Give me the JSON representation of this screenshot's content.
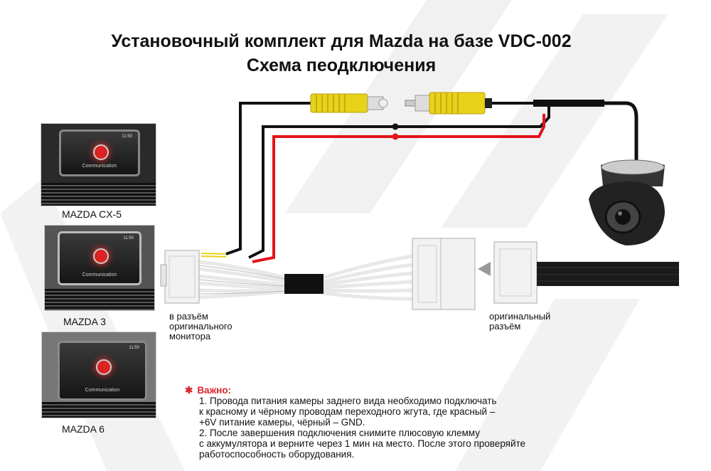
{
  "title": {
    "line1": "Установочный комплект для Mazda на базе VDC-002",
    "line2": "Схема пеодключения"
  },
  "cars": [
    {
      "label": "MAZDA CX-5",
      "screen_text": "Communication",
      "time": "11:50"
    },
    {
      "label": "MAZDA 3",
      "screen_text": "Communication",
      "time": "11:50"
    },
    {
      "label": "MAZDA 6",
      "screen_text": "Communication",
      "time": "11:50"
    }
  ],
  "labels": {
    "monitor_connector": "в разъём\nоригинального\nмонитора",
    "original_connector": "оригинальный\nразъём"
  },
  "note": {
    "icon": "asterisk-icon",
    "heading": "Важно:",
    "text": "1. Провода питания камеры заднего вида необходимо подключать\nк красному и чёрному проводам переходного жгута, где красный –\n+6V питание камеры, чёрный – GND.\n2. После завершения подключения снимите плюсовую клемму\nс аккумулятора и верните через 1 мин на место. После этого проверяйте\nработоспособность оборудования."
  },
  "colors": {
    "accent": "#d9262c",
    "rca": "#e8d21a",
    "red_wire": "#e3141b",
    "black_wire": "#111111"
  }
}
